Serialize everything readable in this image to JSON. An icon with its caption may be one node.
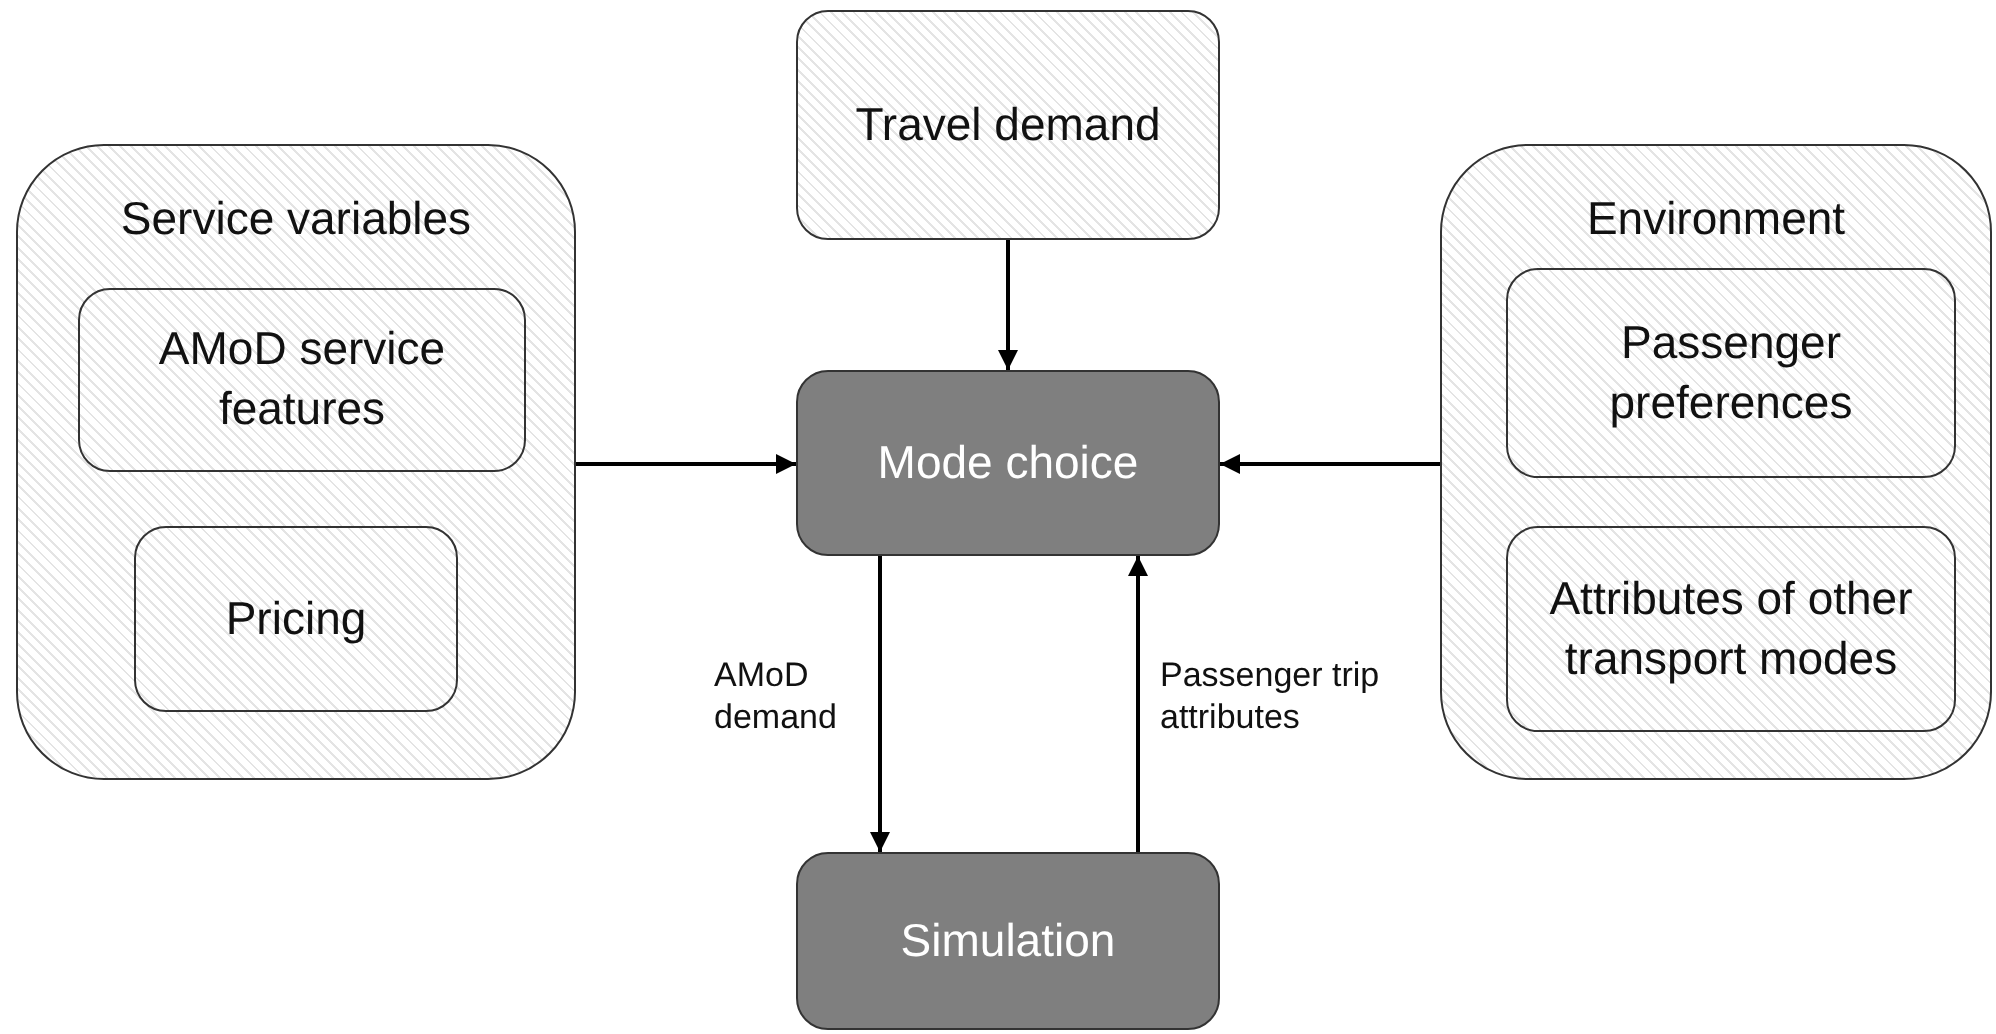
{
  "diagram": {
    "nodes": [
      {
        "text": [
          "Travel demand"
        ]
      },
      {
        "text": [
          "Service variables"
        ]
      },
      {
        "text": [
          "AMoD service features"
        ],
        "in": 1
      },
      {
        "text": [
          "Pricing"
        ],
        "in": 1
      },
      {
        "text": [
          "Mode choice"
        ]
      },
      {
        "text": [
          "Environment"
        ]
      },
      {
        "text": [
          "Passenger preferences"
        ],
        "in": 5
      },
      {
        "text": [
          "Attributes of other transport modes"
        ],
        "in": 5
      },
      {
        "text": [
          "Simulation"
        ]
      }
    ],
    "edges": [
      {
        "from": 0,
        "to": 4,
        "arrow": "to"
      },
      {
        "from": 1,
        "to": 4,
        "arrow": "to"
      },
      {
        "from": 5,
        "to": 4,
        "arrow": "to"
      },
      {
        "from": 4,
        "to": 8,
        "arrow": "to",
        "label": "AMoD demand"
      },
      {
        "from": 8,
        "to": 4,
        "arrow": "to",
        "label": "Passenger trip attributes"
      }
    ]
  }
}
